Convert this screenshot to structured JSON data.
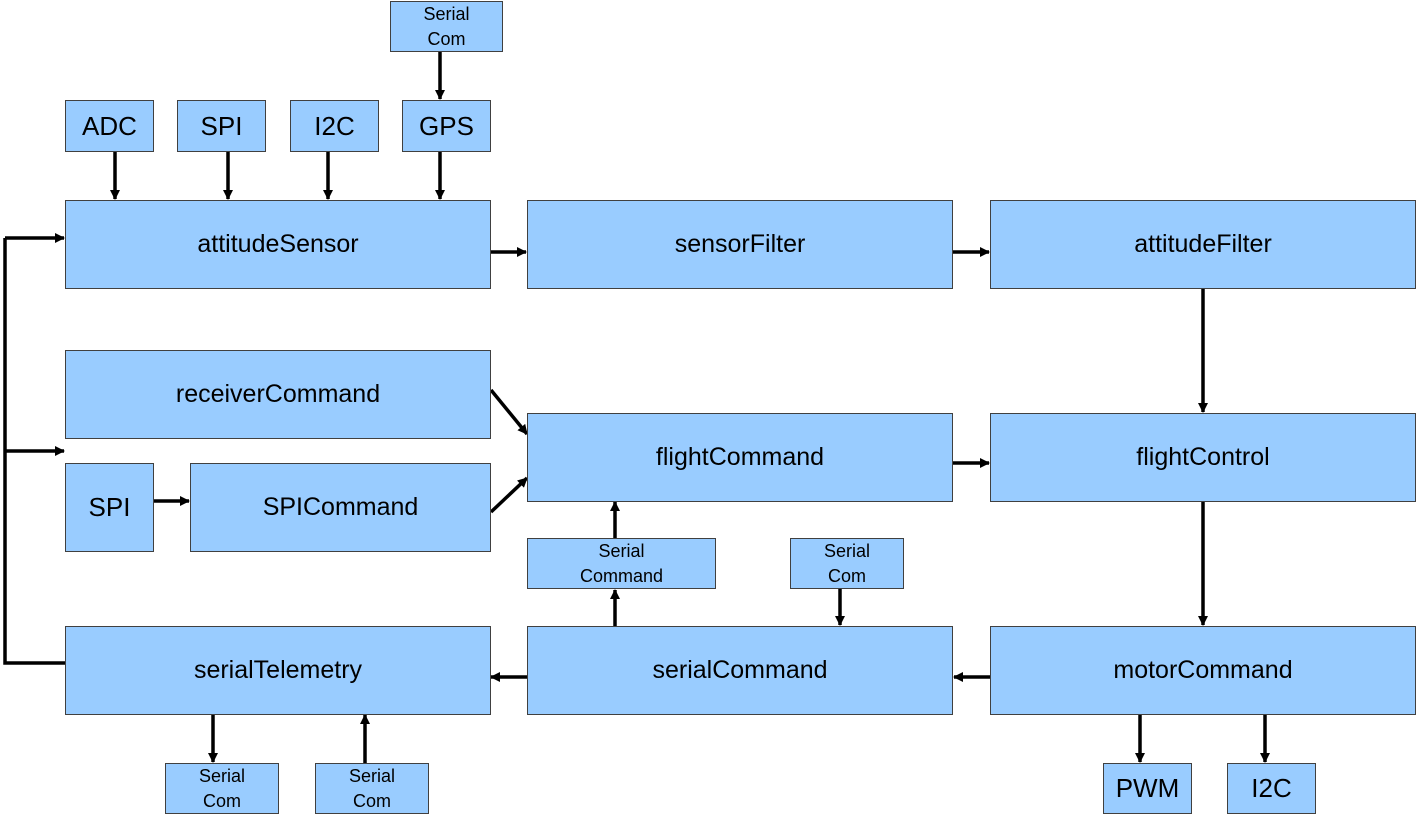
{
  "modules": {
    "attitude_sensor": "attitudeSensor",
    "sensor_filter": "sensorFilter",
    "attitude_filter": "attitudeFilter",
    "receiver_command": "receiverCommand",
    "flight_command": "flightCommand",
    "flight_control": "flightControl",
    "spi_command": "SPICommand",
    "serial_telemetry": "serialTelemetry",
    "serial_command": "serialCommand",
    "motor_command": "motorCommand"
  },
  "interfaces": {
    "adc": "ADC",
    "spi_sensor": "SPI",
    "i2c_sensor": "I2C",
    "gps": "GPS",
    "spi_receiver": "SPI",
    "pwm": "PWM",
    "i2c_motor": "I2C"
  },
  "serial_blocks": {
    "gps_serial": [
      "Serial",
      "Com"
    ],
    "serial_command_out": [
      "Serial",
      "Command"
    ],
    "serial_com_in": [
      "Serial",
      "Com"
    ],
    "telemetry_out": [
      "Serial",
      "Com"
    ],
    "telemetry_in": [
      "Serial",
      "Com"
    ]
  },
  "colors": {
    "box_fill": "#99CCFF",
    "box_border": "#404040",
    "wire": "#000000"
  }
}
